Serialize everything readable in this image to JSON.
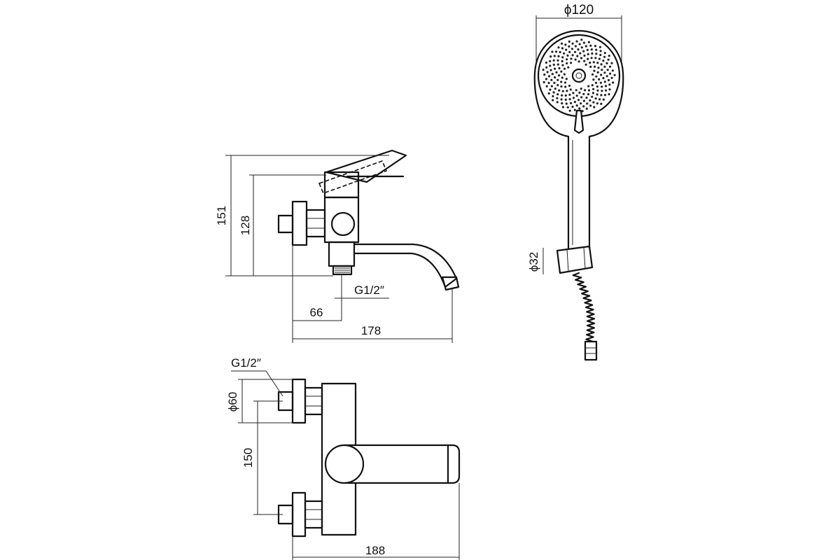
{
  "colors": {
    "line": "#111111",
    "background": "#ffffff"
  },
  "dimensions": {
    "shower_head_diameter": "ϕ120",
    "handle_diameter": "ϕ32",
    "side_height_total": "151",
    "side_height_inner": "128",
    "side_inlet_thread": "G1/2″",
    "side_inlet_offset": "66",
    "side_spout_length": "178",
    "top_inlet_thread": "G1/2″",
    "top_flange_diameter": "ϕ60",
    "top_inlet_spacing": "150",
    "top_spout_length": "188"
  }
}
